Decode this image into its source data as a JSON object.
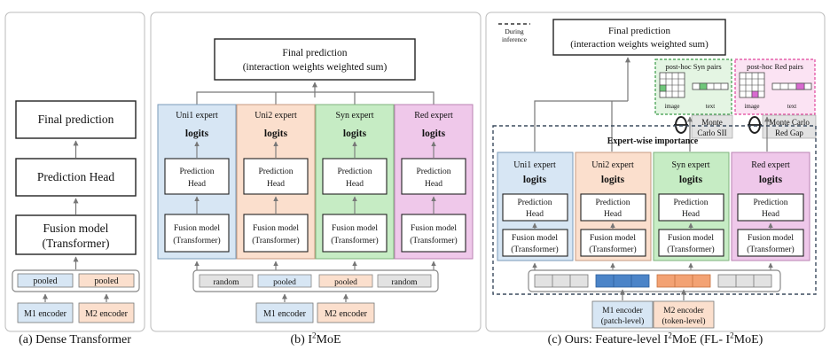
{
  "panel_a": {
    "final": "Final prediction",
    "head": "Prediction Head",
    "fusion_l1": "Fusion model",
    "fusion_l2": "(Transformer)",
    "pooled_1": "pooled",
    "pooled_2": "pooled",
    "enc1": "M1 encoder",
    "enc2": "M2 encoder",
    "caption": "(a) Dense Transformer"
  },
  "panel_b": {
    "final_l1": "Final prediction",
    "final_l2": "(interaction weights weighted sum)",
    "experts": [
      {
        "name": "Uni1 expert",
        "logits": "logits",
        "head_l1": "Prediction",
        "head_l2": "Head",
        "fus_l1": "Fusion model",
        "fus_l2": "(Transformer)"
      },
      {
        "name": "Uni2 expert",
        "logits": "logits",
        "head_l1": "Prediction",
        "head_l2": "Head",
        "fus_l1": "Fusion model",
        "fus_l2": "(Transformer)"
      },
      {
        "name": "Syn expert",
        "logits": "logits",
        "head_l1": "Prediction",
        "head_l2": "Head",
        "fus_l1": "Fusion model",
        "fus_l2": "(Transformer)"
      },
      {
        "name": "Red expert",
        "logits": "logits",
        "head_l1": "Prediction",
        "head_l2": "Head",
        "fus_l1": "Fusion model",
        "fus_l2": "(Transformer)"
      }
    ],
    "tokens": [
      "random",
      "pooled",
      "pooled",
      "random"
    ],
    "enc1": "M1 encoder",
    "enc2": "M2 encoder",
    "caption_pre": "(b) I",
    "caption_sup": "2",
    "caption_post": "MoE"
  },
  "panel_c": {
    "legend": "During inference",
    "final_l1": "Final prediction",
    "final_l2": "(interaction weights weighted sum)",
    "syn_pairs": "post-hoc Syn pairs",
    "red_pairs": "post-hoc Red pairs",
    "image_label_1": "image",
    "text_label_1": "text",
    "image_label_2": "image",
    "text_label_2": "text",
    "mc_sii_l1": "Monte",
    "mc_sii_l2": "Carlo SII",
    "mc_red_l1": "Monte Carlo",
    "mc_red_l2": "Red Gap",
    "importance": "Expert-wise importance",
    "experts": [
      {
        "name": "Uni1 expert",
        "logits": "logits",
        "head_l1": "Prediction",
        "head_l2": "Head",
        "fus_l1": "Fusion model",
        "fus_l2": "(Transformer)"
      },
      {
        "name": "Uni2 expert",
        "logits": "logits",
        "head_l1": "Prediction",
        "head_l2": "Head",
        "fus_l1": "Fusion model",
        "fus_l2": "(Transformer)"
      },
      {
        "name": "Syn expert",
        "logits": "logits",
        "head_l1": "Prediction",
        "head_l2": "Head",
        "fus_l1": "Fusion model",
        "fus_l2": "(Transformer)"
      },
      {
        "name": "Red expert",
        "logits": "logits",
        "head_l1": "Prediction",
        "head_l2": "Head",
        "fus_l1": "Fusion model",
        "fus_l2": "(Transformer)"
      }
    ],
    "enc1_l1": "M1 encoder",
    "enc1_l2": "(patch-level)",
    "enc2_l1": "M2 encoder",
    "enc2_l2": "(token-level)",
    "caption_pre": "(c) Ours: Feature-level I",
    "caption_sup1": "2",
    "caption_mid": "MoE (FL- I",
    "caption_sup2": "2",
    "caption_post": "MoE)"
  },
  "colors": {
    "uni1": "#d7e6f4",
    "uni2": "#fbdfcd",
    "syn": "#c6ecc4",
    "red": "#efc8ea",
    "pooled_blue": "#d7e6f4",
    "pooled_orange": "#fbdfcd",
    "gray_token": "#e2e2e2",
    "patch_blue": "#4b84c8",
    "token_orange": "#f3a273",
    "pink_dash": "#e0459c",
    "green_cell": "#6fc77a",
    "pink_cell": "#d86ad0"
  }
}
